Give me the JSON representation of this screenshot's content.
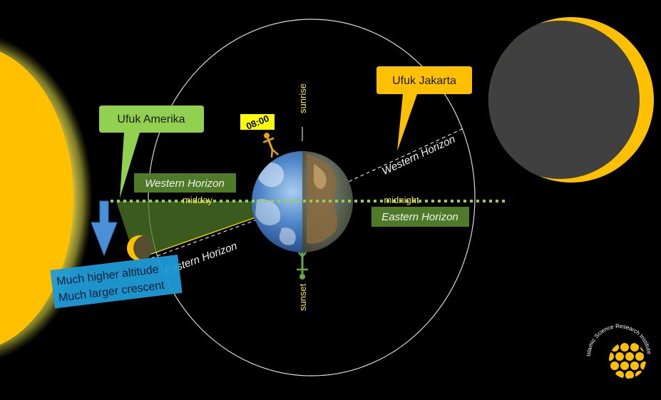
{
  "callouts": {
    "amerika": "Ufuk Amerika",
    "jakarta": "Ufuk Jakarta"
  },
  "horizons": {
    "western_box": "Western Horizon",
    "eastern_box": "Eastern Horizon",
    "western_line": "Western Horizon",
    "eastern_line": "Eastern Horizon"
  },
  "earth_labels": {
    "midday": "midday",
    "midnight": "midnight",
    "sunrise": "sunrise",
    "sunset": "sunset",
    "time": "08:00"
  },
  "note": {
    "line1": "Much higher altitude",
    "line2": "Much larger crescent"
  },
  "logo": {
    "text": "Islamic Science Research Institute"
  },
  "colors": {
    "sun": "#ffc000",
    "callout_green": "#92d050",
    "callout_orange": "#ffc000",
    "horizon_green": "#4f7a28",
    "note_blue": "#1f9bd7",
    "arrow_blue": "#4a90d9",
    "dotted_line": "#92d050",
    "moon_dark": "#404040"
  },
  "icons": {
    "sun": "sun-icon",
    "moon": "crescent-moon-icon",
    "earth": "earth-icon",
    "person": "person-icon",
    "arrow": "down-arrow-icon"
  }
}
